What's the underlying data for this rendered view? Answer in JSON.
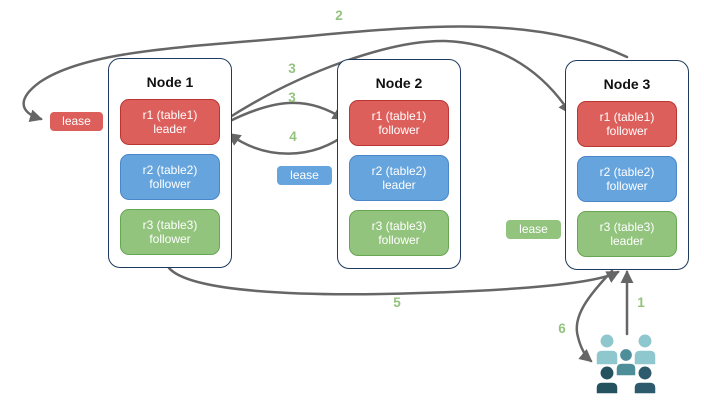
{
  "diagram": {
    "nodes": [
      {
        "title": "Node 1",
        "replicas": [
          {
            "name": "r1 (table1)",
            "role": "leader",
            "color": "red"
          },
          {
            "name": "r2 (table2)",
            "role": "follower",
            "color": "blue"
          },
          {
            "name": "r3 (table3)",
            "role": "follower",
            "color": "green"
          }
        ]
      },
      {
        "title": "Node 2",
        "replicas": [
          {
            "name": "r1 (table1)",
            "role": "follower",
            "color": "red"
          },
          {
            "name": "r2 (table2)",
            "role": "leader",
            "color": "blue"
          },
          {
            "name": "r3 (table3)",
            "role": "follower",
            "color": "green"
          }
        ]
      },
      {
        "title": "Node 3",
        "replicas": [
          {
            "name": "r1 (table1)",
            "role": "follower",
            "color": "red"
          },
          {
            "name": "r2 (table2)",
            "role": "follower",
            "color": "blue"
          },
          {
            "name": "r3 (table3)",
            "role": "leader",
            "color": "green"
          }
        ]
      }
    ],
    "leases": [
      {
        "label": "lease",
        "color": "red"
      },
      {
        "label": "lease",
        "color": "blue"
      },
      {
        "label": "lease",
        "color": "green"
      }
    ],
    "steps": {
      "s1": "1",
      "s2": "2",
      "s3a": "3",
      "s3b": "3",
      "s4": "4",
      "s5": "5",
      "s6": "6"
    },
    "colors": {
      "red": "#dd5f5c",
      "blue": "#65a4dd",
      "green": "#92c47d",
      "arrow": "#666666",
      "step_label": "#93c47d",
      "node_border": "#1e3a5f",
      "users_light": "#8ec7cd",
      "users_medium": "#4e8e99",
      "users_dark_left": "#25525f",
      "users_dark_right": "#2e5a6e"
    }
  }
}
